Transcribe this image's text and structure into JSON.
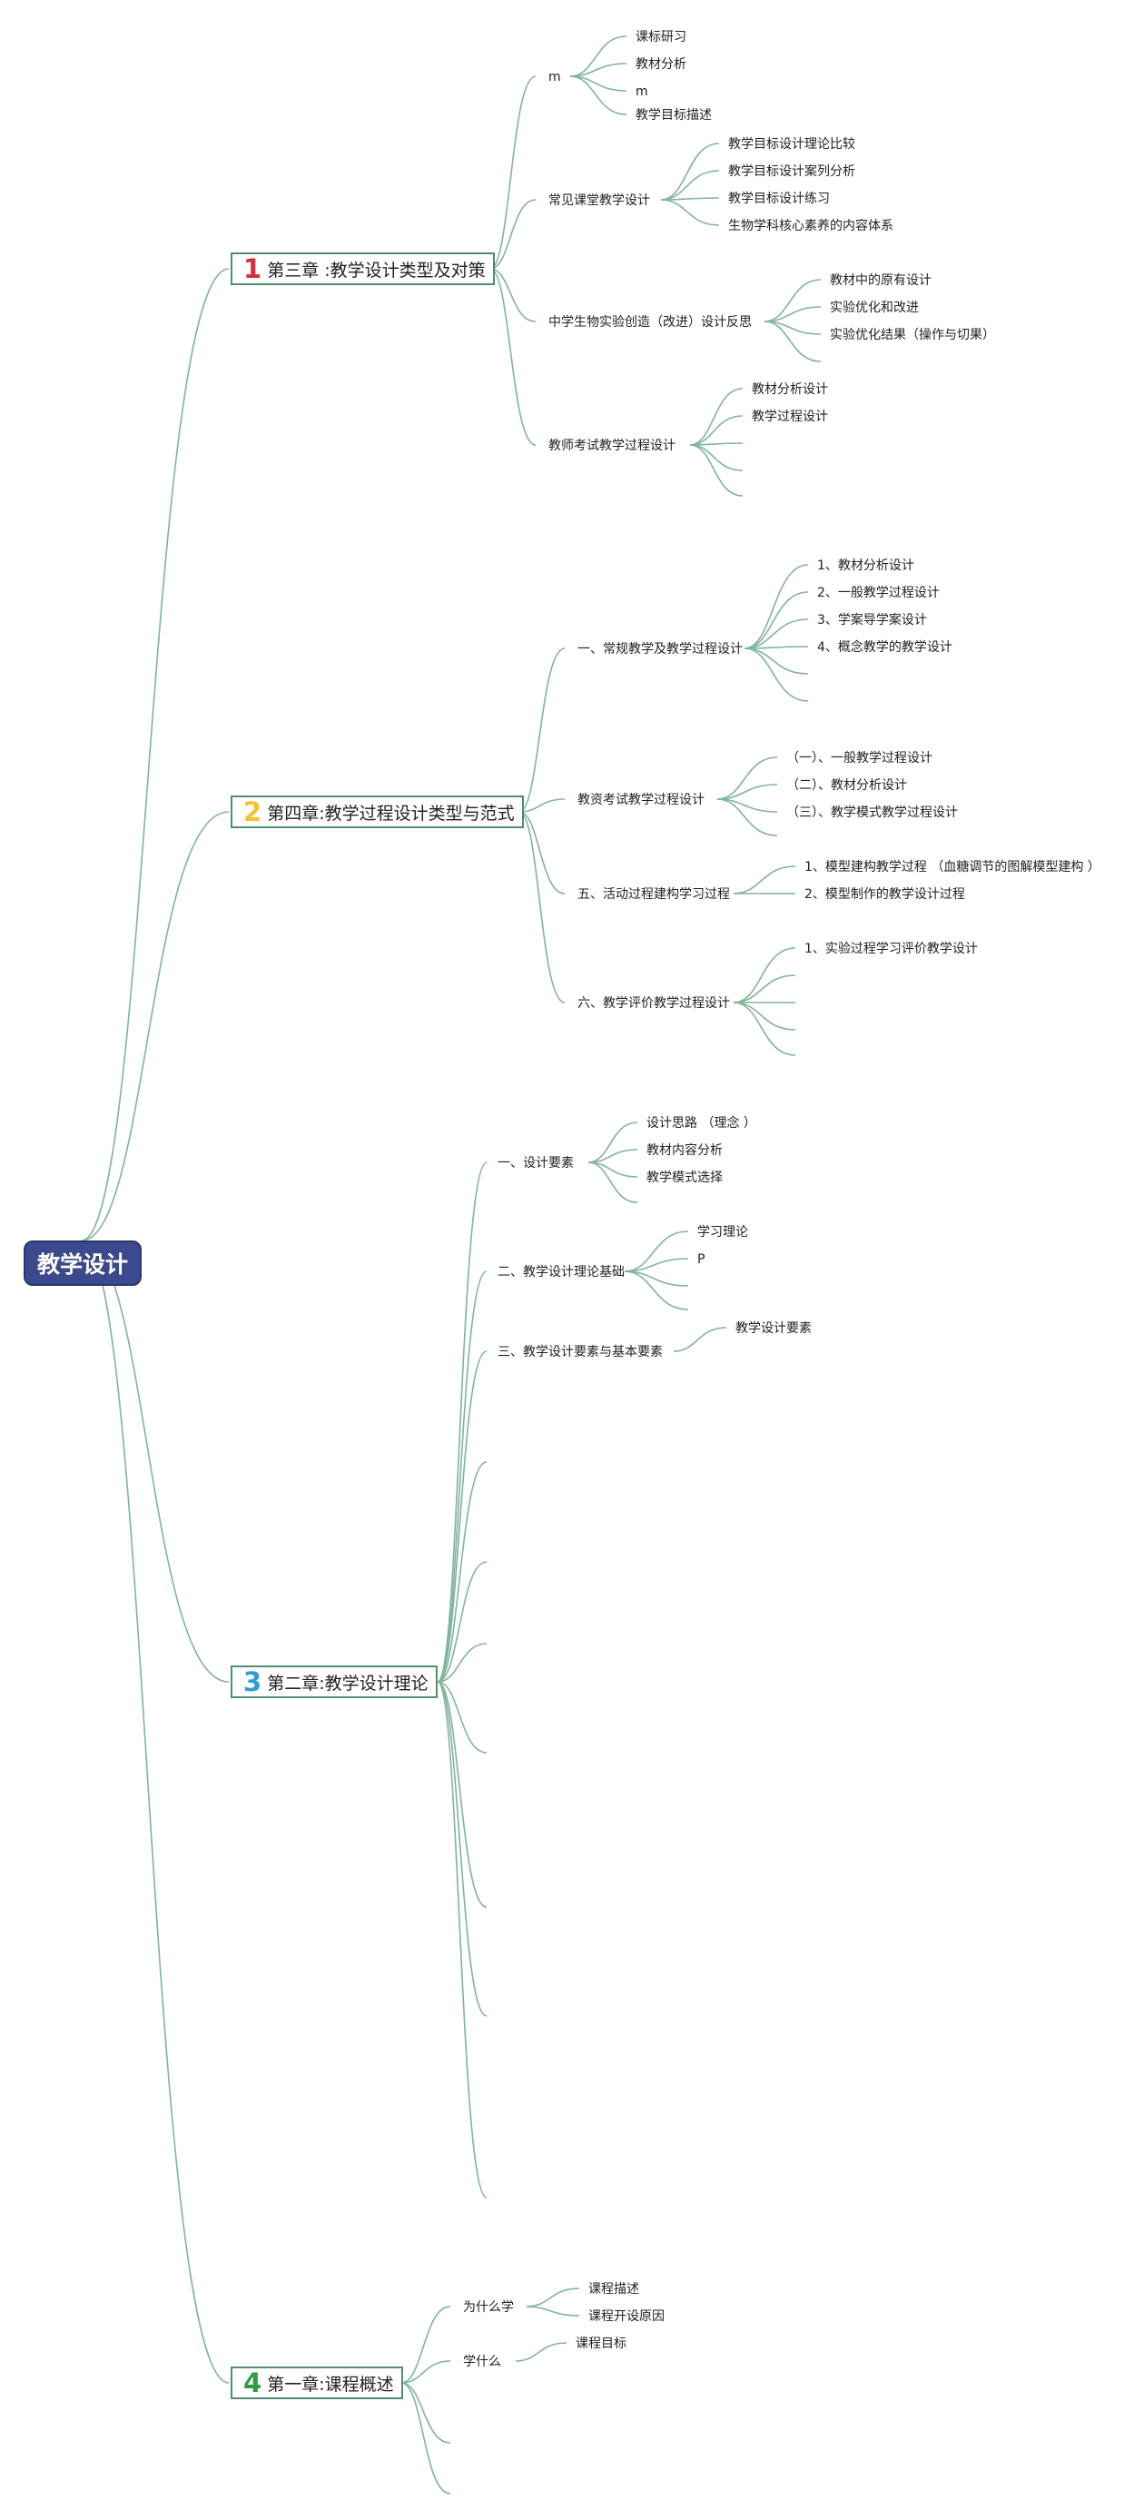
{
  "root": {
    "label": "教学设计"
  },
  "colors": {
    "line": "#7fb59b",
    "root_bg": "#3b4a8c",
    "num1": "#d62f3a",
    "num2": "#f2c230",
    "num3": "#2d9cd8",
    "num4": "#2f9d48"
  },
  "chapters": [
    {
      "num": "1",
      "label": "第三章 :教学设计类型及对策",
      "sections": [
        {
          "label": "m",
          "items": [
            "课标研习",
            "教材分析",
            "m",
            "教学目标描述"
          ]
        },
        {
          "label": "常见课堂教学设计",
          "items": [
            "教学目标设计理论比较",
            "教学目标设计案列分析",
            "教学目标设计练习",
            "生物学科核心素养的内容体系"
          ]
        },
        {
          "label": "中学生物实验创造（改进）设计反思",
          "items": [
            "教材中的原有设计",
            "实验优化和改进",
            "实验优化结果（操作与切果）"
          ]
        },
        {
          "label": "教师考试教学过程设计",
          "items": [
            "教材分析设计",
            "教学过程设计"
          ]
        }
      ]
    },
    {
      "num": "2",
      "label": "第四章:教学过程设计类型与范式",
      "sections": [
        {
          "label": "一、常规教学及教学过程设计",
          "items": [
            "1、教材分析设计",
            "2、一般教学过程设计",
            "3、学案导学案设计",
            "4、概念教学的教学设计"
          ]
        },
        {
          "label": "教资考试教学过程设计",
          "items": [
            "（一）、一般教学过程设计",
            "（二）、教材分析设计",
            "（三）、教学模式教学过程设计"
          ]
        },
        {
          "label": "五、活动过程建构学习过程",
          "items": [
            "1、模型建构教学过程 （血糖调节的图解模型建构 ）",
            "2、模型制作的教学设计过程"
          ]
        },
        {
          "label": "六、教学评价教学过程设计",
          "items": [
            "1、实验过程学习评价教学设计"
          ]
        }
      ]
    },
    {
      "num": "3",
      "label": "第二章:教学设计理论",
      "sections": [
        {
          "label": "一、设计要素",
          "items": [
            "设计思路 （理念 ）",
            "教材内容分析",
            "教学模式选择"
          ]
        },
        {
          "label": "二、教学设计理论基础",
          "items": [
            "学习理论",
            "P"
          ]
        },
        {
          "label": "三、教学设计要素与基本要素",
          "items": [
            "教学设计要素"
          ]
        }
      ]
    },
    {
      "num": "4",
      "label": "第一章:课程概述",
      "sections": [
        {
          "label": "为什么学",
          "items": [
            "课程描述",
            "课程开设原因"
          ]
        },
        {
          "label": "学什么",
          "items": [
            "课程目标"
          ]
        }
      ]
    }
  ]
}
